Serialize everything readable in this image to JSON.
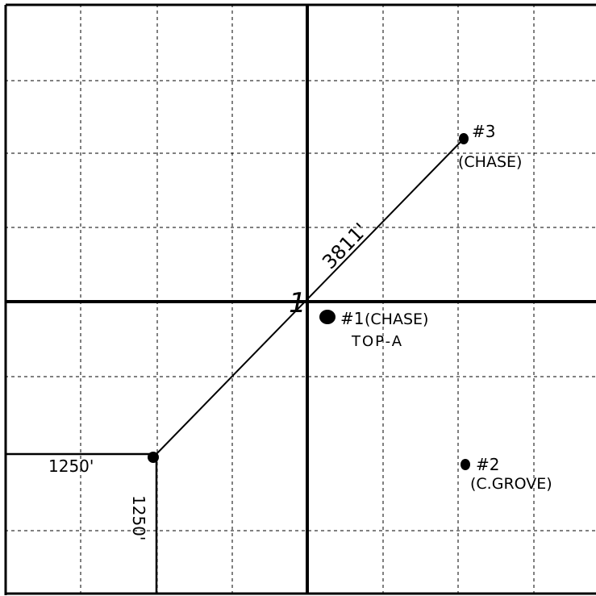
{
  "wells": [
    {
      "number": "#3",
      "name": "(CHASE)"
    },
    {
      "number": "#1",
      "name": "(CHASE)",
      "note": "TOP-A"
    },
    {
      "number": "#2",
      "name": "(C.GROVE)"
    }
  ],
  "line_length": "3811'",
  "section_number": "1",
  "offset_horizontal": "1250'",
  "offset_vertical": "1250'",
  "colors": {
    "ink": "#000000",
    "paper": "#ffffff"
  }
}
